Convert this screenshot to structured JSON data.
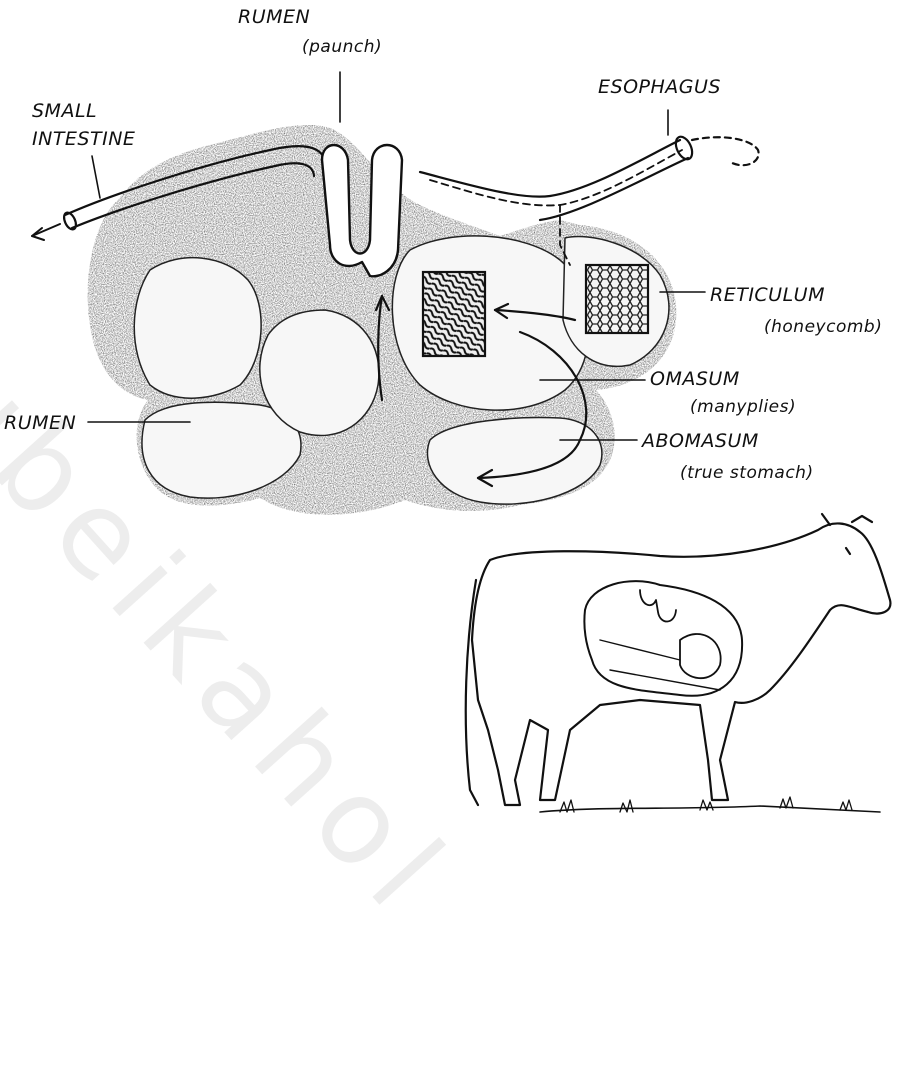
{
  "labels": {
    "rumen_top": "RUMEN",
    "rumen_top_sub": "(paunch)",
    "esophagus": "ESOPHAGUS",
    "small_intestine_1": "SMALL",
    "small_intestine_2": "INTESTINE",
    "reticulum": "RETICULUM",
    "reticulum_sub": "(honeycomb)",
    "omasum": "OMASUM",
    "omasum_sub": "(manyplies)",
    "abomasum": "ABOMASUM",
    "abomasum_sub": "(true stomach)",
    "rumen_left": "RUMEN"
  },
  "watermark": "ubeikahol"
}
